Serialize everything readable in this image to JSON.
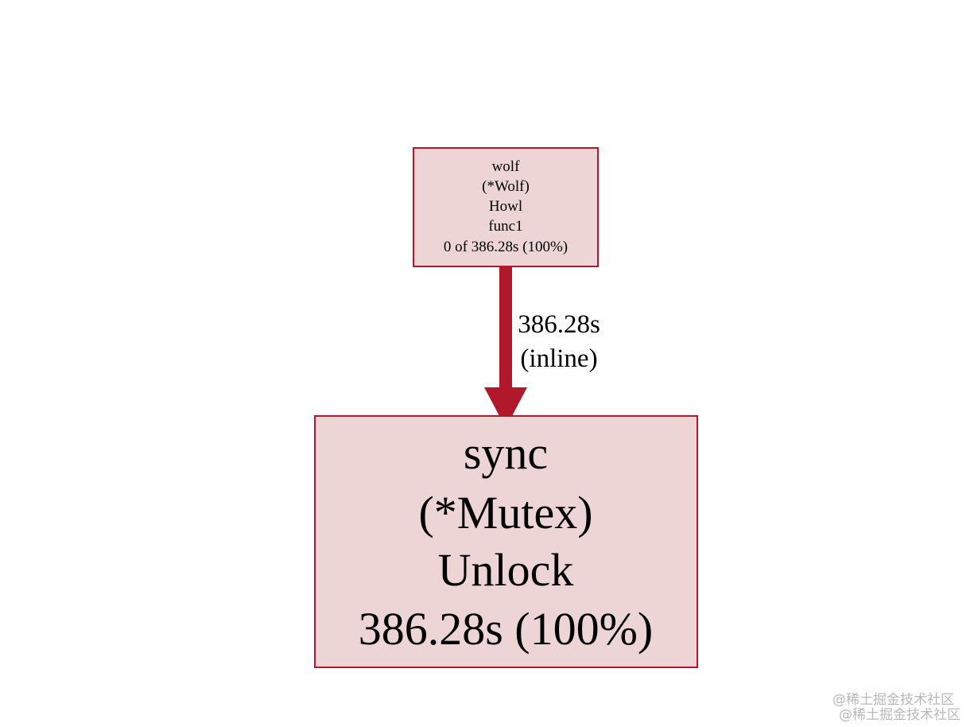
{
  "colors": {
    "node_fill": "#edd5d5",
    "node_border": "#b2182b",
    "edge": "#b2182b",
    "text": "#000000",
    "watermark": "#b8b8b8"
  },
  "nodes": {
    "caller": {
      "lines": [
        "wolf",
        "(*Wolf)",
        "Howl",
        "func1",
        "0 of 386.28s (100%)"
      ]
    },
    "callee": {
      "lines": [
        "sync",
        "(*Mutex)",
        "Unlock",
        "386.28s (100%)"
      ]
    }
  },
  "edge": {
    "label_lines": [
      "386.28s",
      "(inline)"
    ]
  },
  "watermark": {
    "line1": "@稀土掘金技术社区",
    "line2": "@稀土掘金技术社区"
  }
}
